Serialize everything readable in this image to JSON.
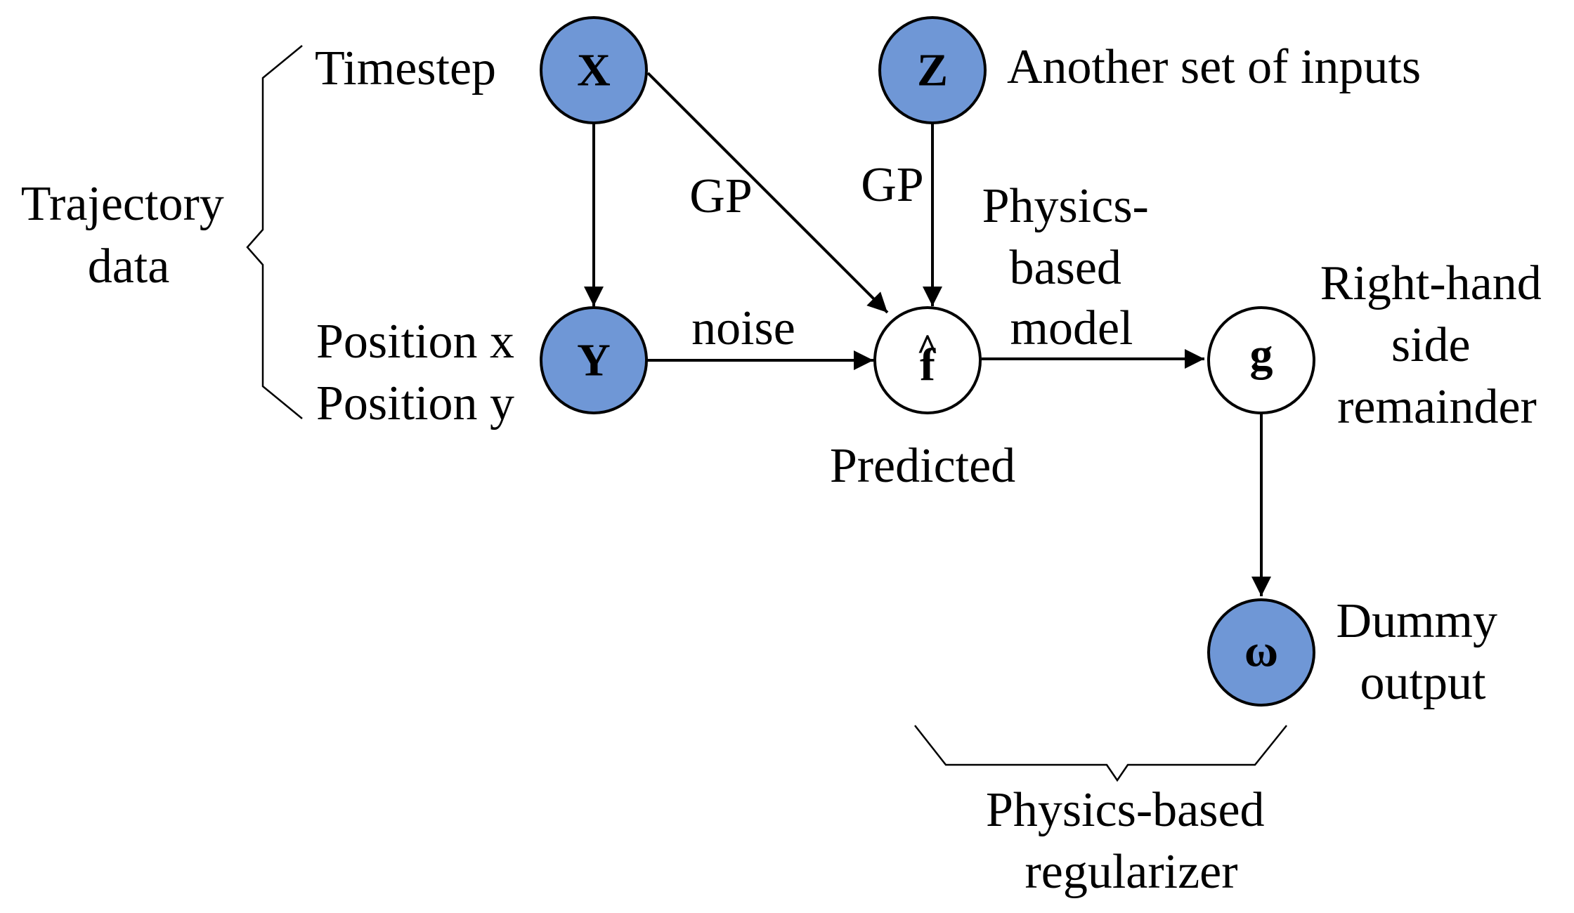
{
  "colors": {
    "observed_fill": "#6f97d6",
    "latent_fill": "#ffffff",
    "stroke": "#000000"
  },
  "nodes": {
    "x": {
      "letter": "X",
      "observed": true
    },
    "z": {
      "letter": "Z",
      "observed": true
    },
    "y": {
      "letter": "Y",
      "observed": true
    },
    "f": {
      "letter": "f",
      "hat": "^",
      "observed": false
    },
    "g": {
      "letter": "g",
      "observed": false
    },
    "omega": {
      "letter": "ω",
      "observed": true
    }
  },
  "labels": {
    "timestep": "Timestep",
    "another_inputs": "Another set of inputs",
    "trajectory_data": [
      "Trajectory",
      "data"
    ],
    "position": [
      "Position x",
      "Position y"
    ],
    "gp_left": "GP",
    "gp_right": "GP",
    "noise": "noise",
    "physics_model": [
      "Physics-",
      "based",
      "model"
    ],
    "predicted": "Predicted",
    "rhs_remainder": [
      "Right-hand",
      "side",
      "remainder"
    ],
    "dummy_output": [
      "Dummy",
      "output"
    ],
    "regularizer": [
      "Physics-based",
      "regularizer"
    ]
  }
}
